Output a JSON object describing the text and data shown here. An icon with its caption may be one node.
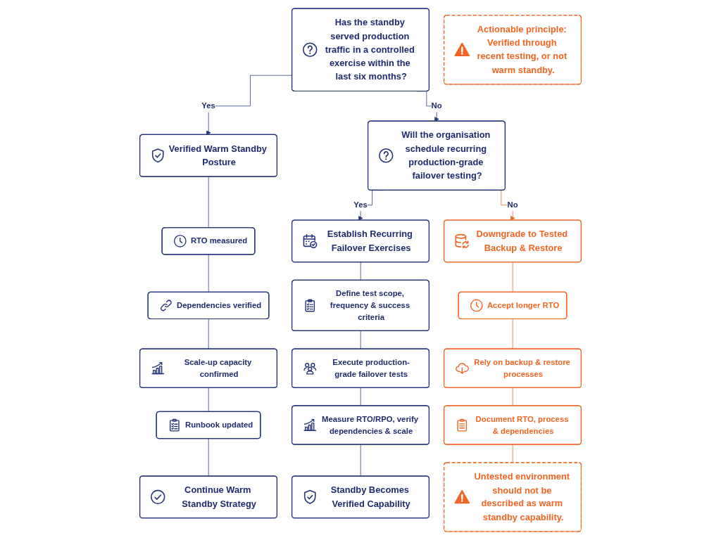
{
  "diagram": {
    "nodes": [
      {
        "text": [
          "Has the standby served production traffic in a controlled exercise within the last six months?"
        ]
      },
      {
        "text": [
          "Verified Warm Standby Posture"
        ]
      },
      {
        "text": [
          "RTO measured"
        ]
      },
      {
        "text": [
          "Dependencies verified"
        ]
      },
      {
        "text": [
          "Scale-up capacity confirmed"
        ]
      },
      {
        "text": [
          "Runbook updated"
        ]
      },
      {
        "text": [
          "Continue Warm Standby Strategy"
        ]
      },
      {
        "text": [
          "Will the organisation schedule recurring production-grade failover testing?"
        ]
      },
      {
        "text": [
          "Establish Recurring Failover Exercises"
        ]
      },
      {
        "text": [
          "Define test scope, frequency & success criteria"
        ]
      },
      {
        "text": [
          "Execute production-grade failover tests"
        ]
      },
      {
        "text": [
          "Measure RTO/RPO, verify dependencies & scale"
        ]
      },
      {
        "text": [
          "Standby Becomes Verified Capability"
        ]
      },
      {
        "text": [
          "Downgrade to Tested Backup & Restore"
        ]
      },
      {
        "text": [
          "Accept longer RTO"
        ]
      },
      {
        "text": [
          "Rely on backup & restore processes"
        ]
      },
      {
        "text": [
          "Document RTO, process & dependencies"
        ]
      },
      {
        "text": [
          "Untested environment should not be described as warm standby capability."
        ]
      },
      {
        "text": [
          "Actionable principle: Verified through recent testing, or not warm standby."
        ]
      }
    ],
    "edges": [
      {
        "from": 0,
        "to": 1,
        "arrow": "to",
        "label": "Yes"
      },
      {
        "from": 0,
        "to": 7,
        "arrow": "to",
        "label": "No"
      },
      {
        "from": 1,
        "to": 2,
        "arrow": "none"
      },
      {
        "from": 2,
        "to": 3,
        "arrow": "none"
      },
      {
        "from": 3,
        "to": 4,
        "arrow": "none"
      },
      {
        "from": 4,
        "to": 5,
        "arrow": "none"
      },
      {
        "from": 5,
        "to": 6,
        "arrow": "none"
      },
      {
        "from": 7,
        "to": 8,
        "arrow": "to",
        "label": "Yes"
      },
      {
        "from": 7,
        "to": 13,
        "arrow": "to",
        "label": "No",
        "color": "#f26522"
      },
      {
        "from": 8,
        "to": 9,
        "arrow": "none"
      },
      {
        "from": 9,
        "to": 10,
        "arrow": "none"
      },
      {
        "from": 10,
        "to": 11,
        "arrow": "none"
      },
      {
        "from": 11,
        "to": 12,
        "arrow": "none"
      },
      {
        "from": 13,
        "to": 14,
        "arrow": "none",
        "color": "#f26522"
      },
      {
        "from": 14,
        "to": 15,
        "arrow": "none",
        "color": "#f26522"
      },
      {
        "from": 15,
        "to": 16,
        "arrow": "none",
        "color": "#f26522"
      },
      {
        "from": 16,
        "to": 17,
        "arrow": "none",
        "color": "#f26522"
      }
    ]
  }
}
